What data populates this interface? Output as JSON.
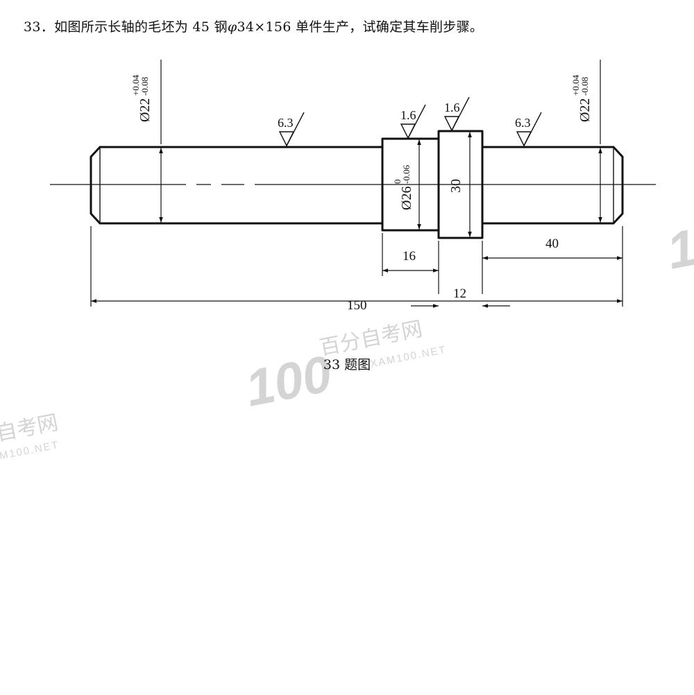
{
  "question": {
    "number": "33．",
    "text": "如图所示长轴的毛坯为 45 钢",
    "phi": "φ",
    "size": "34×156",
    "rest": " 单件生产，试确定其车削步骤。"
  },
  "drawing": {
    "left_dia_base": "Ø22",
    "left_dia_upper": "+0.04",
    "left_dia_lower": "-0.08",
    "right_dia_base": "Ø22",
    "right_dia_upper": "+0.04",
    "right_dia_lower": "-0.08",
    "mid_dia_base": "Ø26",
    "mid_dia_upper": "0",
    "mid_dia_lower": "-0.06",
    "collar_dia": "30",
    "rough_left": "6.3",
    "rough_mid": "1.6",
    "rough_collar": "1.6",
    "rough_right": "6.3",
    "len_mid": "16",
    "len_collar": "12",
    "len_right": "40",
    "len_total": "150"
  },
  "watermark": {
    "logo_digits": "100",
    "site_cn": "百分自考网",
    "site_en": "EXAM100.NET"
  },
  "caption": "33 题图"
}
